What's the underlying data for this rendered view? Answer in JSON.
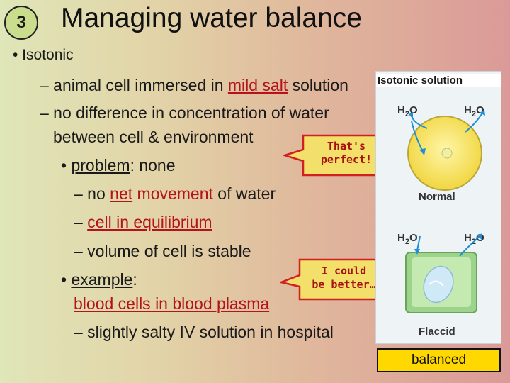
{
  "slide": {
    "number": "3",
    "title": "Managing water balance"
  },
  "content": {
    "bullet1": "• Isotonic",
    "sub1_pre": "– animal cell immersed in ",
    "sub1_link": "mild salt",
    "sub1_post": " solution",
    "sub2a": "– no difference in concentration of water",
    "sub2b": "between cell & environment",
    "problem_bullet": "• ",
    "problem_label": "problem",
    "problem_rest": ": none",
    "dash_no": "– no ",
    "net": "net",
    "movement": " movement",
    "of_water": " of water",
    "equilibrium": "cell in equilibrium",
    "dash": "– ",
    "volume": "– volume of cell is stable",
    "example_label": "example",
    "example_colon": ":",
    "example_text": "blood cells in blood plasma",
    "iv": "– slightly salty IV solution in hospital"
  },
  "bubbles": {
    "perfect_line1": "That's",
    "perfect_line2": "perfect!",
    "better_line1": "I could",
    "better_line2": "be better…"
  },
  "figure": {
    "title": "Isotonic solution",
    "h2o": "H",
    "h2o_sub": "2",
    "h2o_o": "O",
    "normal": "Normal",
    "flaccid": "Flaccid"
  },
  "badge": "balanced"
}
